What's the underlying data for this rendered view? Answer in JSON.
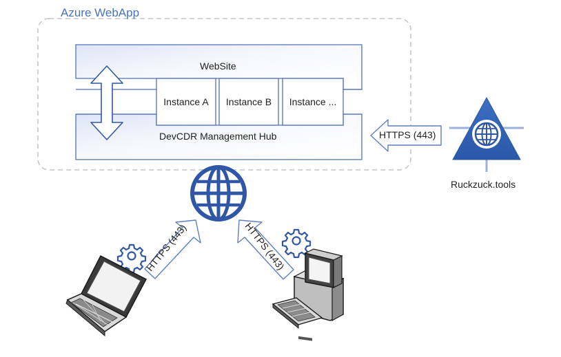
{
  "diagram": {
    "azure_container": {
      "title": "Azure WebApp"
    },
    "website": {
      "label": "WebSite"
    },
    "hub": {
      "label": "DevCDR Management Hub"
    },
    "instances": [
      {
        "label": "Instance A"
      },
      {
        "label": "Instance B"
      },
      {
        "label": "Instance ..."
      }
    ],
    "connections": {
      "ruckzuck": {
        "label": "HTTPS (443)"
      },
      "laptop": {
        "label": "HTTPS (443)"
      },
      "desktop": {
        "label": "HTTPS (443)"
      }
    },
    "ruckzuck": {
      "label": "Ruckzuck.tools"
    },
    "colors": {
      "accent": "#2f57a5",
      "container_border": "#bfbfbf",
      "box_border": "#4f72b8",
      "box_fill": "#f4f6fc",
      "arrow_outline": "#5b7fc1"
    },
    "icons": [
      "globe-icon",
      "gear-icon",
      "laptop-icon",
      "desktop-pc-icon",
      "ruckzuck-triangle-icon",
      "double-arrow-icon"
    ]
  }
}
